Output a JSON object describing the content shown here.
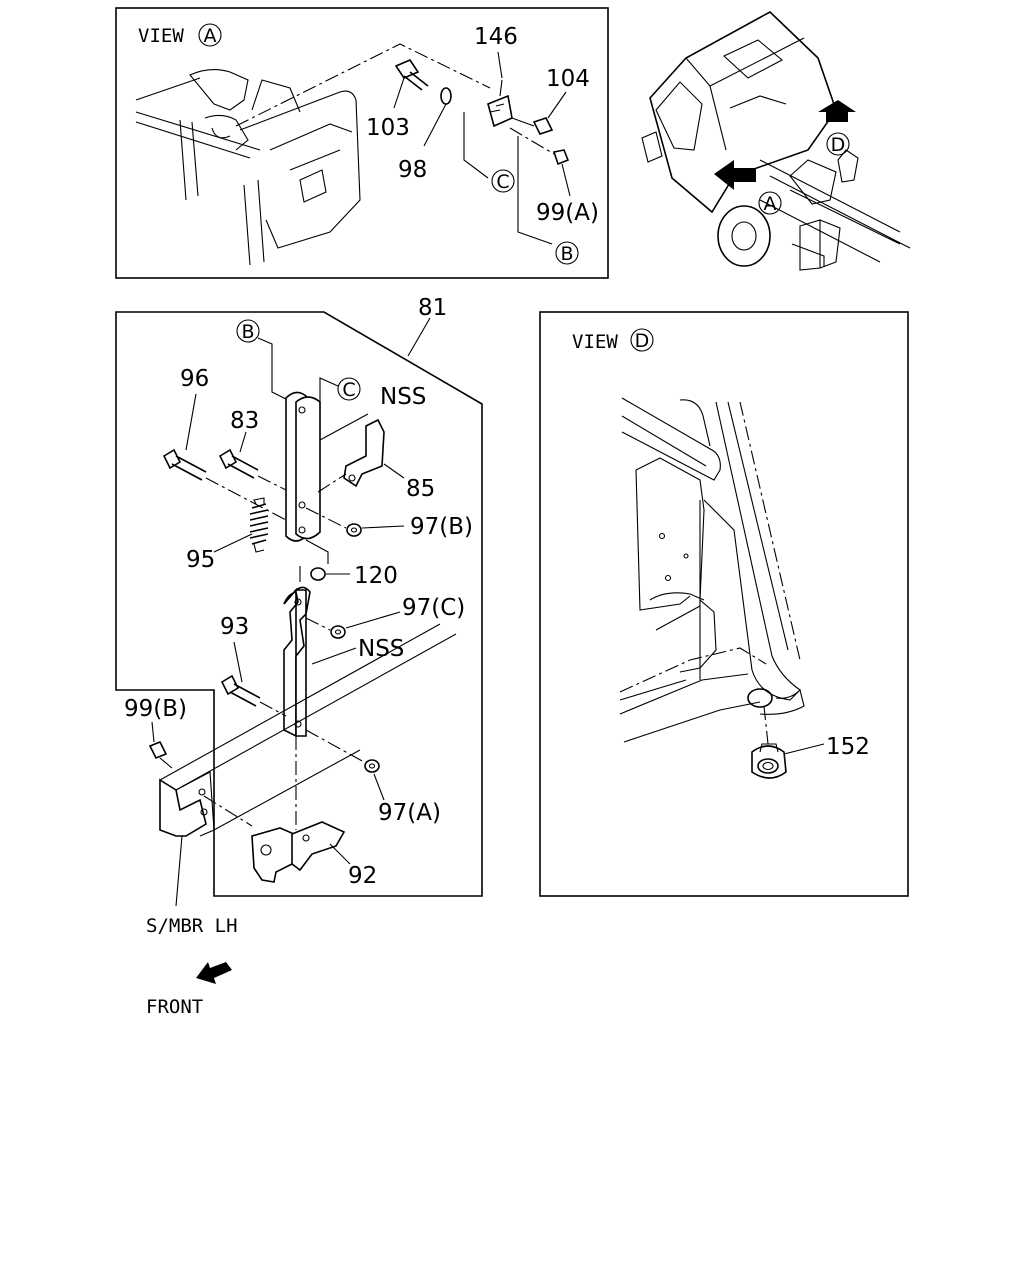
{
  "views": {
    "a": {
      "title": "VIEW",
      "letter": "A"
    },
    "d": {
      "title": "VIEW",
      "letter": "D"
    }
  },
  "callouts": {
    "p146": "146",
    "p104": "104",
    "p103": "103",
    "p98": "98",
    "p99a": "99(A)",
    "p81": "81",
    "p96": "96",
    "p83": "83",
    "p85": "85",
    "p97b": "97(B)",
    "p95": "95",
    "p120": "120",
    "p97c": "97(C)",
    "p93": "93",
    "p99b": "99(B)",
    "p97a": "97(A)",
    "p92": "92",
    "p152": "152",
    "nss1": "NSS",
    "nss2": "NSS"
  },
  "circles": {
    "c_top": "C",
    "b_top": "B",
    "a_truck": "A",
    "d_truck": "D",
    "b_main": "B",
    "c_main": "C"
  },
  "notes": {
    "member": "S/MBR LH",
    "front": "FRONT"
  }
}
